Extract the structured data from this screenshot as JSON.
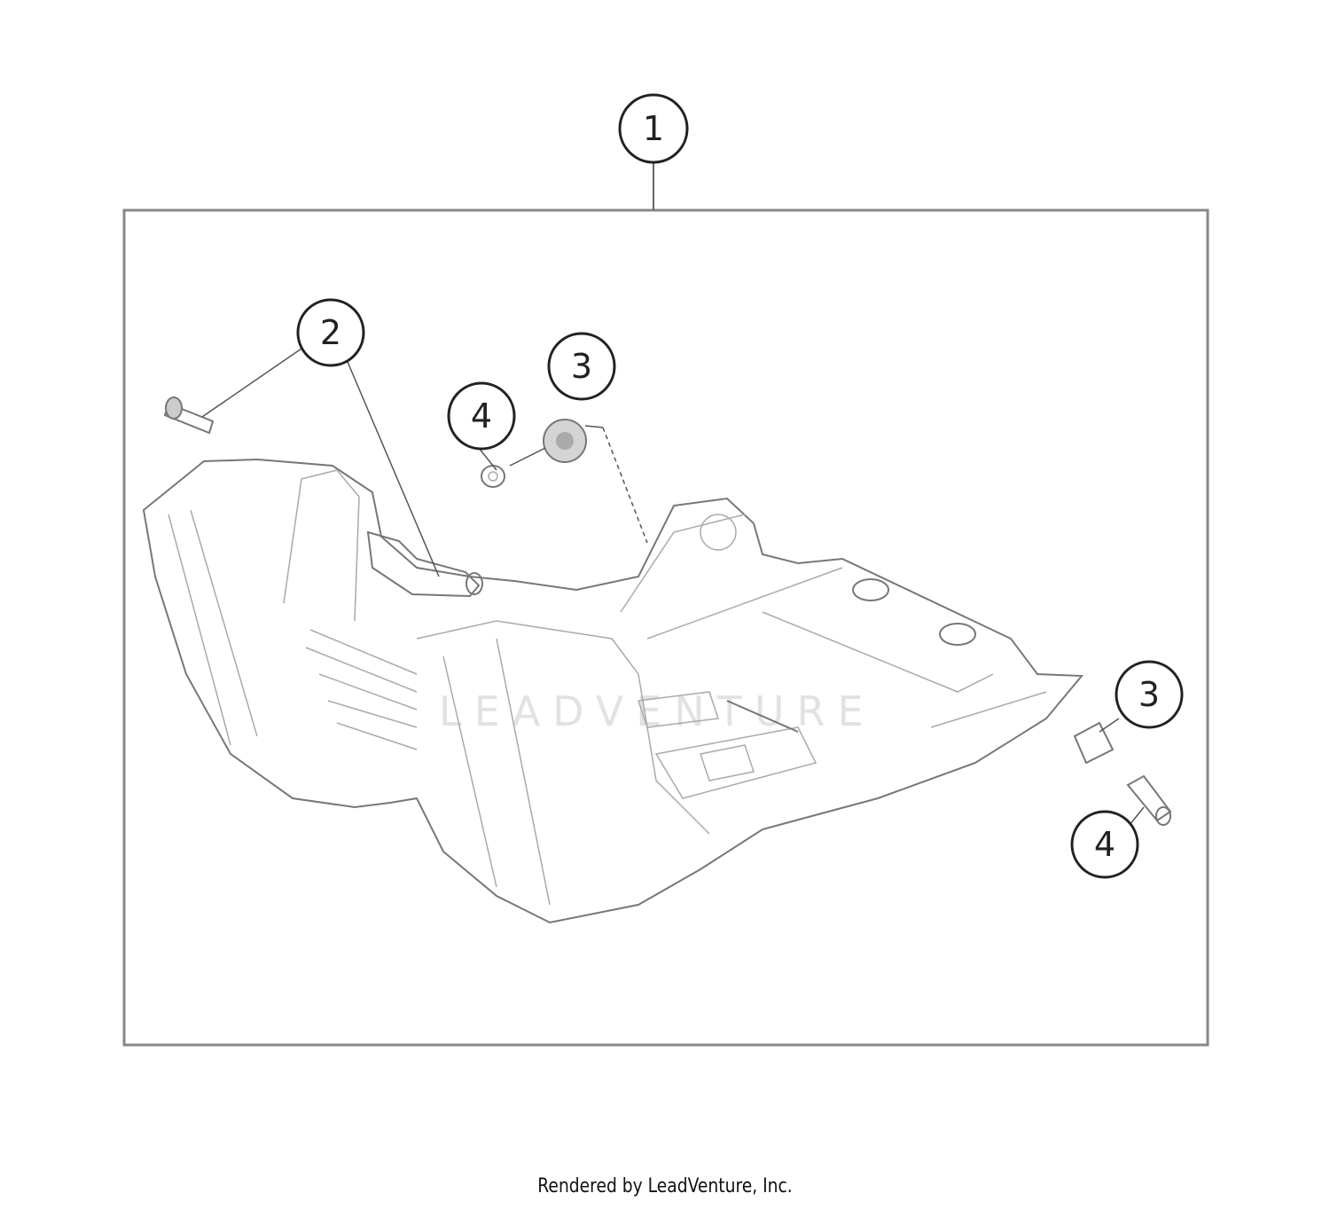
{
  "diagram": {
    "callouts": [
      {
        "id": "callout-1",
        "label": "1"
      },
      {
        "id": "callout-2",
        "label": "2"
      },
      {
        "id": "callout-3-top",
        "label": "3"
      },
      {
        "id": "callout-4-top",
        "label": "4"
      },
      {
        "id": "callout-3-right",
        "label": "3"
      },
      {
        "id": "callout-4-right",
        "label": "4"
      }
    ],
    "watermark": "LEADVENTURE"
  },
  "footer": {
    "text": "Rendered by LeadVenture, Inc."
  }
}
